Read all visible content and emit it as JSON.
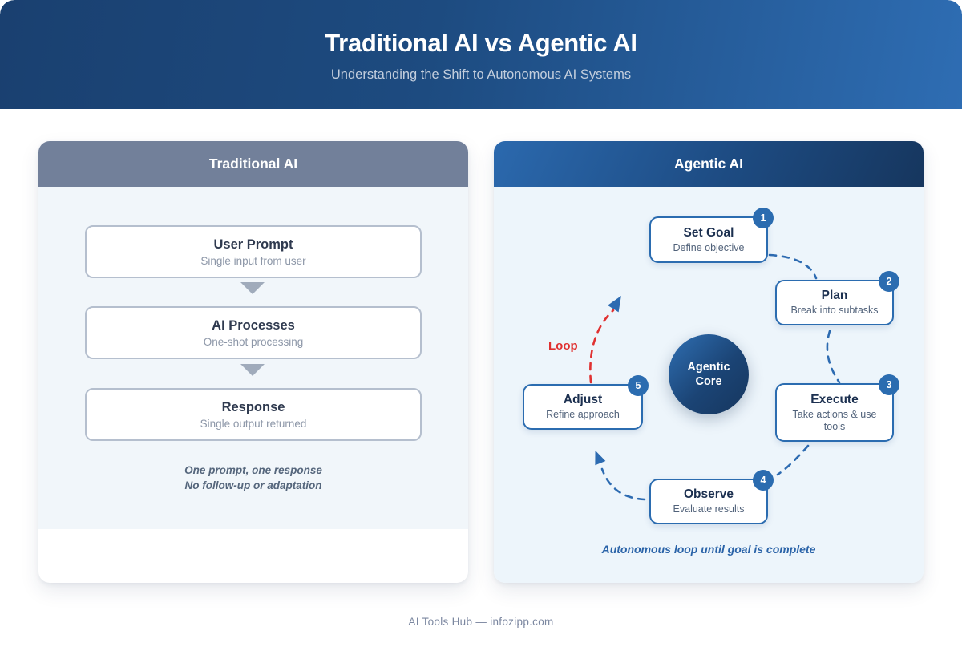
{
  "header": {
    "title": "Traditional AI vs Agentic AI",
    "subtitle": "Understanding the Shift to Autonomous AI Systems"
  },
  "traditional": {
    "title": "Traditional AI",
    "steps": [
      {
        "title": "User Prompt",
        "desc": "Single input from user"
      },
      {
        "title": "AI Processes",
        "desc": "One-shot processing"
      },
      {
        "title": "Response",
        "desc": "Single output returned"
      }
    ],
    "note_line1": "One prompt, one response",
    "note_line2": "No follow-up or adaptation"
  },
  "agentic": {
    "title": "Agentic AI",
    "core_line1": "Agentic",
    "core_line2": "Core",
    "loop_label": "Loop",
    "steps": [
      {
        "num": "1",
        "title": "Set Goal",
        "desc": "Define objective"
      },
      {
        "num": "2",
        "title": "Plan",
        "desc": "Break into subtasks"
      },
      {
        "num": "3",
        "title": "Execute",
        "desc": "Take actions & use tools"
      },
      {
        "num": "4",
        "title": "Observe",
        "desc": "Evaluate results"
      },
      {
        "num": "5",
        "title": "Adjust",
        "desc": "Refine approach"
      }
    ],
    "note": "Autonomous loop until goal is complete"
  },
  "footer": {
    "text": "AI Tools Hub — infozipp.com"
  },
  "icons": {
    "down_arrow": "solid gray down-triangle between flow steps",
    "arrowhead": "solid blue triangle tip on dashed loop connectors"
  },
  "colors": {
    "accent_blue": "#2b6cb0",
    "loop_red": "#e03131",
    "header_gray": "#72809a",
    "hero_gradient_start": "#1a4070",
    "hero_gradient_end": "#2e6db3",
    "panel_bg_left": "#f1f6fa",
    "panel_bg_right": "#edf5fb"
  }
}
